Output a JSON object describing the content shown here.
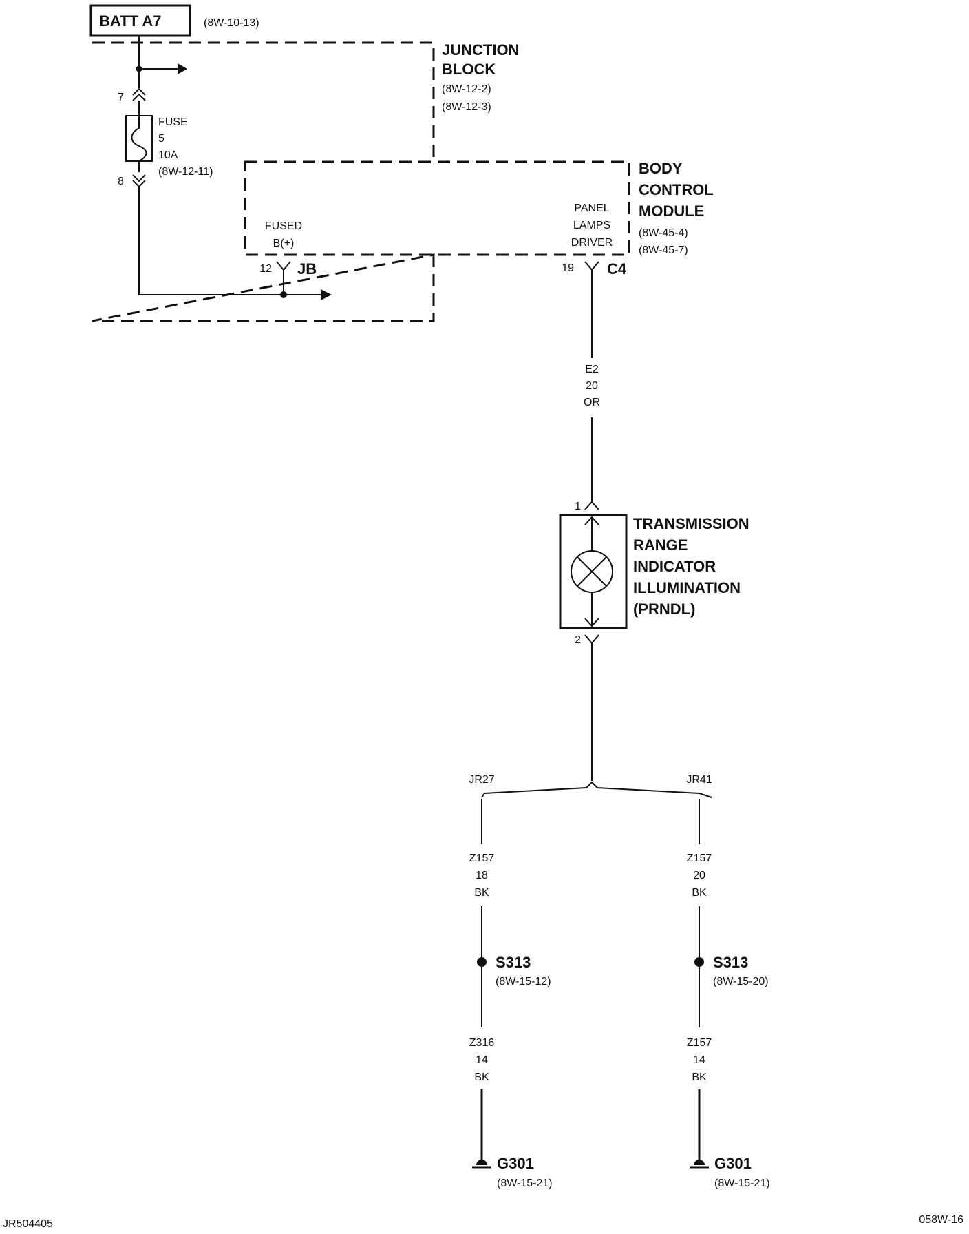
{
  "batt_box": {
    "label": "BATT A7",
    "ref": "(8W-10-13)"
  },
  "junction_block": {
    "title_1": "JUNCTION",
    "title_2": "BLOCK",
    "ref_1": "(8W-12-2)",
    "ref_2": "(8W-12-3)"
  },
  "fuse": {
    "pin_in": "7",
    "pin_out": "8",
    "label": "FUSE",
    "number": "5",
    "rating": "10A",
    "ref": "(8W-12-11)"
  },
  "bcm": {
    "title_1": "BODY",
    "title_2": "CONTROL",
    "title_3": "MODULE",
    "ref_1": "(8W-45-4)",
    "ref_2": "(8W-45-7)",
    "fused_1": "FUSED",
    "fused_2": "B(+)",
    "driver_1": "PANEL",
    "driver_2": "LAMPS",
    "driver_3": "DRIVER",
    "pin_jb": "12",
    "conn_jb": "JB",
    "pin_c4": "19",
    "conn_c4": "C4"
  },
  "wire_e2": {
    "circuit": "E2",
    "gauge": "20",
    "color": "OR"
  },
  "prndl": {
    "pin_top": "1",
    "pin_bottom": "2",
    "line_1": "TRANSMISSION",
    "line_2": "RANGE",
    "line_3": "INDICATOR",
    "line_4": "ILLUMINATION",
    "line_5": "(PRNDL)"
  },
  "branches": {
    "left_tag": "JR27",
    "right_tag": "JR41"
  },
  "left_branch": {
    "wire1_circuit": "Z157",
    "wire1_gauge": "18",
    "wire1_color": "BK",
    "splice": "S313",
    "splice_ref": "(8W-15-12)",
    "wire2_circuit": "Z316",
    "wire2_gauge": "14",
    "wire2_color": "BK",
    "ground": "G301",
    "ground_ref": "(8W-15-21)"
  },
  "right_branch": {
    "wire1_circuit": "Z157",
    "wire1_gauge": "20",
    "wire1_color": "BK",
    "splice": "S313",
    "splice_ref": "(8W-15-20)",
    "wire2_circuit": "Z157",
    "wire2_gauge": "14",
    "wire2_color": "BK",
    "ground": "G301",
    "ground_ref": "(8W-15-21)"
  },
  "footer": {
    "left_code": "JR504405",
    "right_code": "058W-16"
  }
}
